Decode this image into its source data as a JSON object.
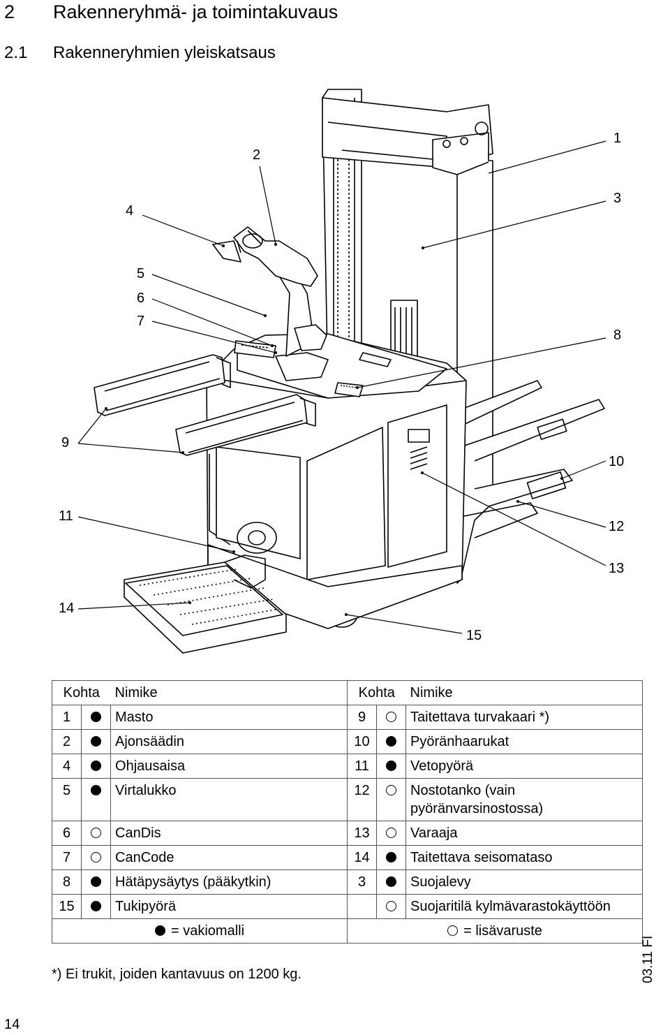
{
  "heading": {
    "number": "2",
    "title": "Rakenneryhmä- ja toimintakuvaus"
  },
  "subheading": {
    "number": "2.1",
    "title": "Rakenneryhmien yleiskatsaus"
  },
  "figure": {
    "callouts": [
      "1",
      "2",
      "3",
      "4",
      "5",
      "6",
      "7",
      "8",
      "9",
      "10",
      "11",
      "12",
      "13",
      "14",
      "15"
    ]
  },
  "table": {
    "headers": {
      "kohta": "Kohta",
      "nimike": "Nimike"
    },
    "rows": [
      {
        "k1": "1",
        "m1": "full",
        "n1": "Masto",
        "k2": "9",
        "m2": "empty",
        "n2": "Taitettava turvakaari *)"
      },
      {
        "k1": "2",
        "m1": "full",
        "n1": "Ajonsäädin",
        "k2": "10",
        "m2": "full",
        "n2": "Pyöränhaarukat"
      },
      {
        "k1": "4",
        "m1": "full",
        "n1": "Ohjausaisa",
        "k2": "11",
        "m2": "full",
        "n2": "Vetopyörä"
      },
      {
        "k1": "5",
        "m1": "full",
        "n1": "Virtalukko",
        "k2": "12",
        "m2": "empty",
        "n2": "Nostotanko (vain pyöränvarsinostossa)"
      },
      {
        "k1": "6",
        "m1": "empty",
        "n1": "CanDis",
        "k2": "13",
        "m2": "empty",
        "n2": "Varaaja"
      },
      {
        "k1": "7",
        "m1": "empty",
        "n1": "CanCode",
        "k2": "14",
        "m2": "full",
        "n2": "Taitettava seisomataso"
      },
      {
        "k1": "8",
        "m1": "full",
        "n1": "Hätäpysäytys (pääkytkin)",
        "k2": "3",
        "m2": "full",
        "n2": "Suojalevy"
      },
      {
        "k1": "15",
        "m1": "full",
        "n1": "Tukipyörä",
        "k2": "",
        "m2": "empty",
        "n2": "Suojaritilä kylmävarastokäyttöön"
      }
    ],
    "legend": {
      "standard": "= vakiomalli",
      "optional": "= lisävaruste"
    }
  },
  "footnote": "*) Ei trukit, joiden kantavuus on 1200 kg.",
  "page_number": "14",
  "doc_code": "03.11 FI"
}
